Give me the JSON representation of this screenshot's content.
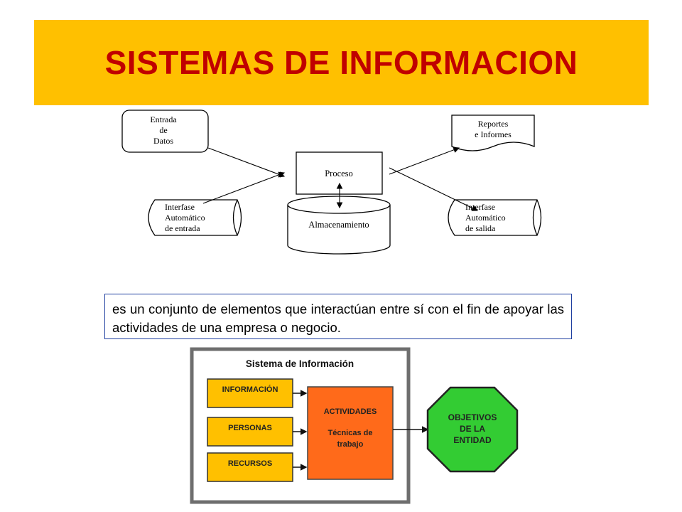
{
  "title": "SISTEMAS DE INFORMACION",
  "flow": {
    "input": [
      "Entrada",
      "de",
      "Datos"
    ],
    "process": "Proceso",
    "storage": "Almacenamiento",
    "auto_in": [
      "Interfase",
      "Automático",
      "de entrada"
    ],
    "reports": [
      "Reportes",
      "e Informes"
    ],
    "auto_out": [
      "Interfase",
      "Automático",
      "de salida"
    ]
  },
  "definition": "es un conjunto de elementos que interactúan entre sí con el fin de apoyar las actividades de una empresa o negocio.",
  "system": {
    "title": "Sistema de Información",
    "inputs": [
      "INFORMACIÓN",
      "PERSONAS",
      "RECURSOS"
    ],
    "activities_title": "ACTIVIDADES",
    "activities_sub": [
      "Técnicas de",
      "trabajo"
    ],
    "objectives": [
      "OBJETIVOS",
      "DE LA",
      "ENTIDAD"
    ]
  },
  "colors": {
    "title_bg": "#ffc000",
    "title_text": "#c00000",
    "input_box": "#ffc000",
    "activities_box": "#ff6a1a",
    "objectives_fill": "#33cc33"
  }
}
